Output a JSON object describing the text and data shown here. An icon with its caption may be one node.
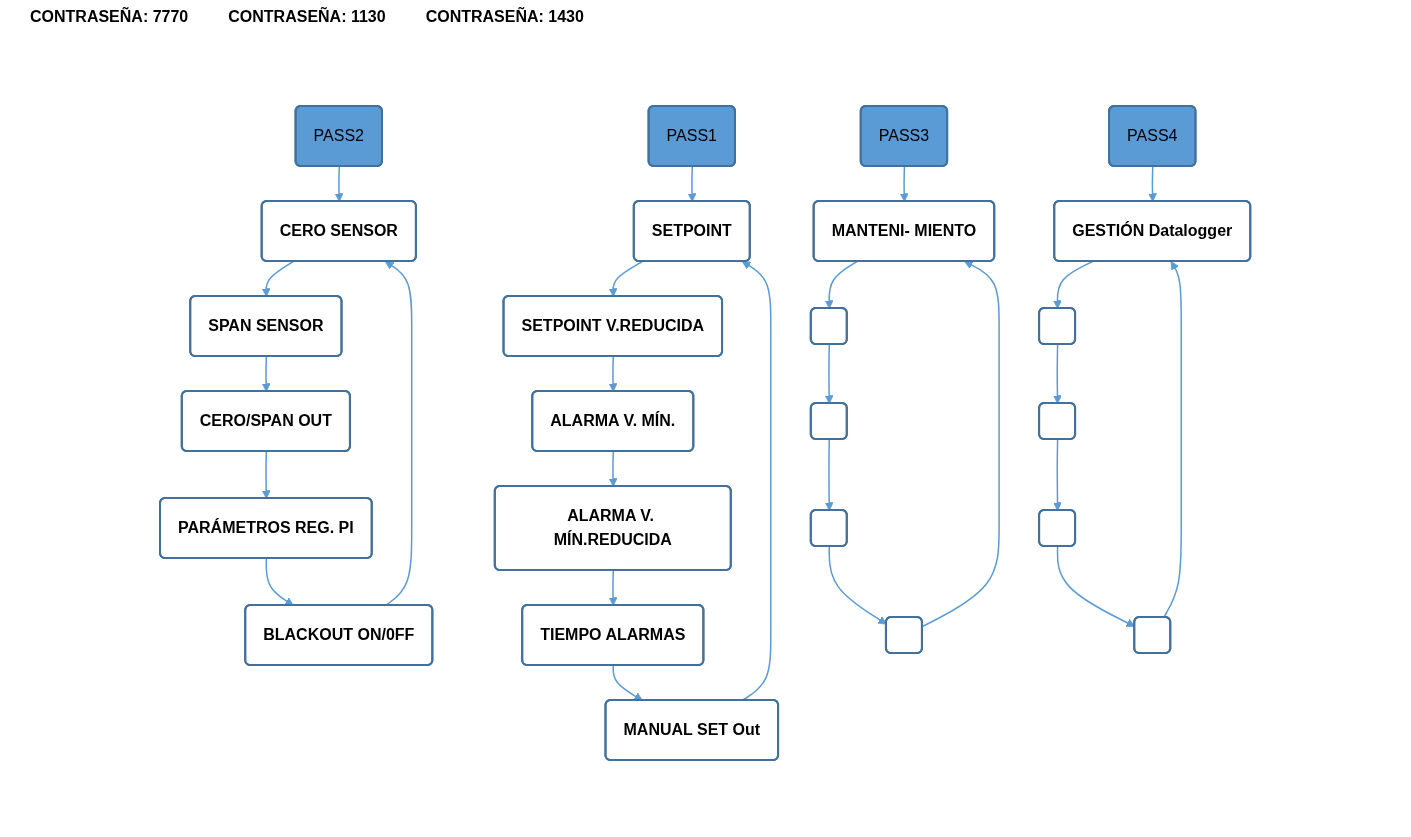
{
  "diagram": {
    "nodes": [
      {
        "text": [
          "PASS1"
        ]
      },
      {
        "text": [
          "SETPOINT"
        ]
      },
      {
        "text": [
          "SETPOINT V.REDUCIDA"
        ]
      },
      {
        "text": [
          "ALARMA V. MÍN."
        ]
      },
      {
        "text": [
          "ALARMA V. MÍN.REDUCIDA"
        ]
      },
      {
        "text": [
          "TIEMPO ALARMAS"
        ]
      },
      {
        "text": [
          "MANUAL SET Out"
        ]
      },
      {
        "text": [
          "PASS2"
        ]
      },
      {
        "text": [
          "CERO SENSOR"
        ]
      },
      {
        "text": [
          "SPAN SENSOR"
        ]
      },
      {
        "text": [
          "CERO/SPAN OUT"
        ]
      },
      {
        "text": [
          "PARÁMETROS REG. PI"
        ]
      },
      {
        "text": [
          "BLACKOUT ON/0FF"
        ]
      },
      {
        "text": [
          "PASS3"
        ]
      },
      {
        "text": [
          "MANTENI- MIENTO"
        ]
      },
      {
        "text": [],
        "shape": "box"
      },
      {
        "text": [],
        "shape": "box"
      },
      {
        "text": [],
        "shape": "box"
      },
      {
        "text": [],
        "shape": "box"
      },
      {
        "text": [
          "PASS4"
        ]
      },
      {
        "text": [
          "GESTIÓN Datalogger"
        ]
      },
      {
        "text": [],
        "shape": "box"
      },
      {
        "text": [],
        "shape": "box"
      },
      {
        "text": [],
        "shape": "box"
      },
      {
        "text": [],
        "shape": "box"
      }
    ],
    "edges": [
      {
        "from": 0,
        "to": 1,
        "arrow": "to"
      },
      {
        "from": 1,
        "to": 2,
        "arrow": "to"
      },
      {
        "from": 2,
        "to": 3,
        "arrow": "to"
      },
      {
        "from": 3,
        "to": 4,
        "arrow": "to"
      },
      {
        "from": 4,
        "to": 5,
        "arrow": "to"
      },
      {
        "from": 5,
        "to": 6,
        "arrow": "to"
      },
      {
        "from": 6,
        "to": 1,
        "arrow": "to"
      },
      {
        "from": 7,
        "to": 8,
        "arrow": "to"
      },
      {
        "from": 8,
        "to": 9,
        "arrow": "to"
      },
      {
        "from": 9,
        "to": 10,
        "arrow": "to"
      },
      {
        "from": 10,
        "to": 11,
        "arrow": "to"
      },
      {
        "from": 11,
        "to": 12,
        "arrow": "to"
      },
      {
        "from": 12,
        "to": 8,
        "arrow": "to"
      },
      {
        "from": 13,
        "to": 14,
        "arrow": "to"
      },
      {
        "from": 14,
        "to": 15,
        "arrow": "to"
      },
      {
        "from": 15,
        "to": 16,
        "arrow": "to"
      },
      {
        "from": 16,
        "to": 17,
        "arrow": "to"
      },
      {
        "from": 17,
        "to": 18,
        "arrow": "to"
      },
      {
        "from": 18,
        "to": 14,
        "arrow": "to"
      },
      {
        "from": 19,
        "to": 20,
        "arrow": "to"
      },
      {
        "from": 20,
        "to": 21,
        "arrow": "to"
      },
      {
        "from": 21,
        "to": 22,
        "arrow": "to"
      },
      {
        "from": 22,
        "to": 23,
        "arrow": "to"
      },
      {
        "from": 23,
        "to": 24,
        "arrow": "to"
      },
      {
        "from": 24,
        "to": 20,
        "arrow": "to"
      }
    ],
    "labels": [
      "CONTRASEÑA: 7770",
      "CONTRASEÑA: 1130",
      "CONTRASEÑA: 1430"
    ]
  }
}
